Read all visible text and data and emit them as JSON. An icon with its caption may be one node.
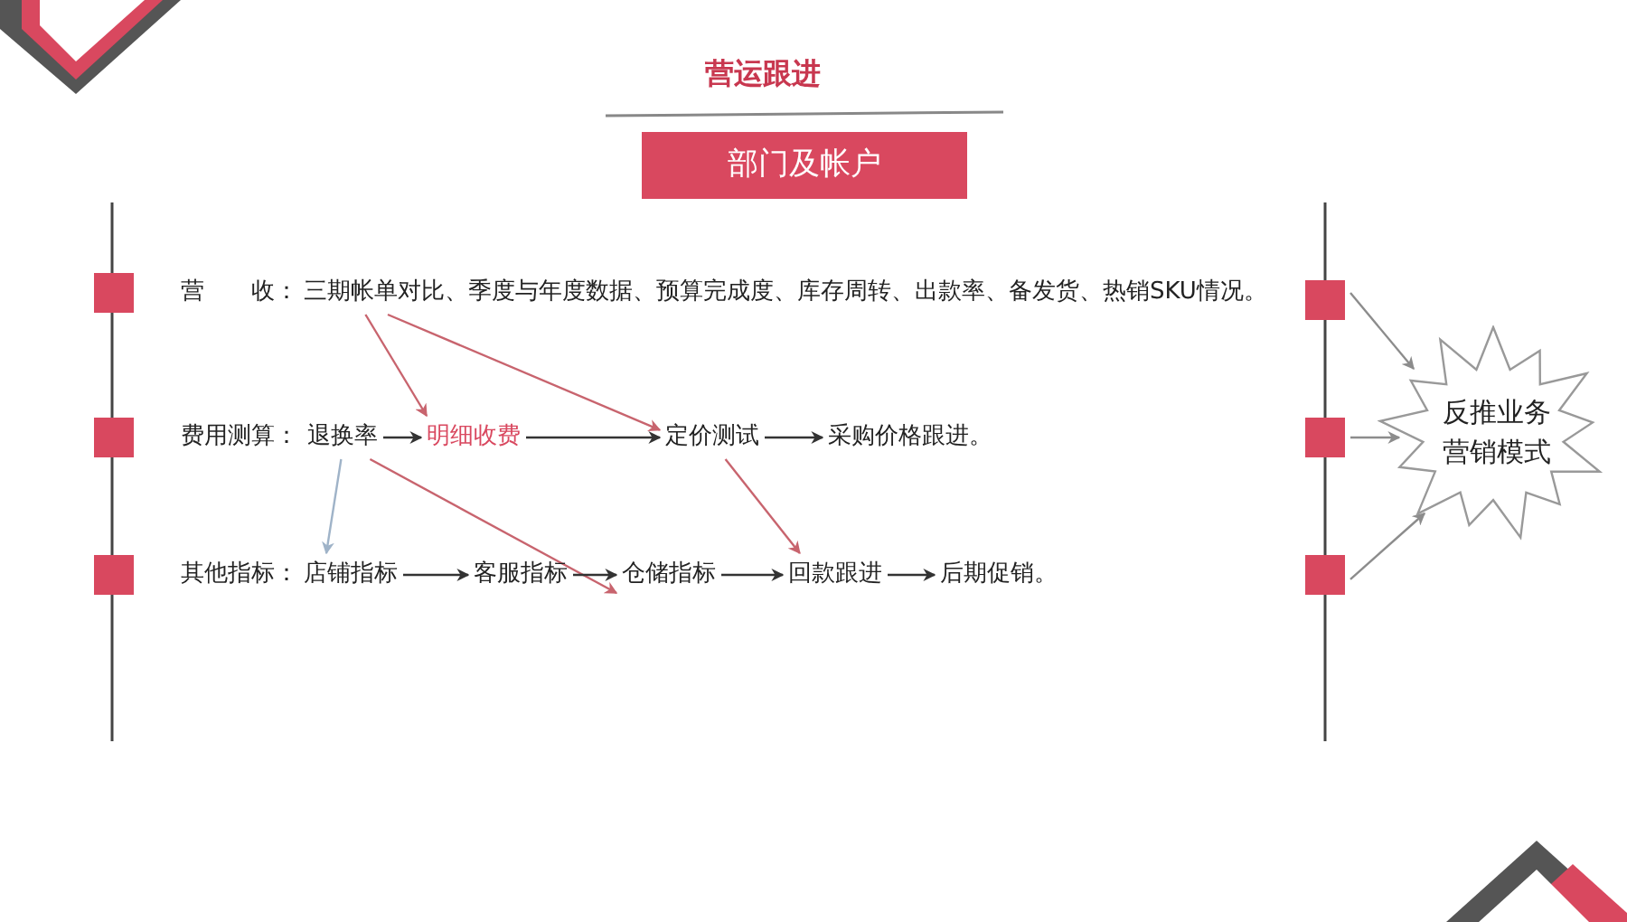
{
  "diagram": {
    "title": "营运跟进",
    "nodes": [
      {
        "text": [
          "部门及帐户"
        ]
      },
      {
        "text": [
          "营 收："
        ]
      },
      {
        "text": [
          "三期帐单对比、季度与年度数据、预算完成度、库存周转、出款率、备发货、热销SKU情况。"
        ]
      },
      {
        "text": [
          "费用测算："
        ]
      },
      {
        "text": [
          "退换率"
        ]
      },
      {
        "text": [
          "明细收费"
        ]
      },
      {
        "text": [
          "定价测试"
        ]
      },
      {
        "text": [
          "采购价格跟进。"
        ]
      },
      {
        "text": [
          "其他指标："
        ]
      },
      {
        "text": [
          "店铺指标"
        ]
      },
      {
        "text": [
          "客服指标"
        ]
      },
      {
        "text": [
          "仓储指标"
        ]
      },
      {
        "text": [
          "回款跟进"
        ]
      },
      {
        "text": [
          "后期促销。"
        ]
      },
      {
        "text": [],
        "shape": "box"
      },
      {
        "text": [],
        "shape": "box"
      },
      {
        "text": [],
        "shape": "box"
      },
      {
        "text": [
          "反推业务营销模式"
        ]
      },
      {
        "text": [],
        "shape": "box"
      },
      {
        "text": [],
        "shape": "box"
      },
      {
        "text": [],
        "shape": "box"
      }
    ],
    "edges": [
      {
        "from": 2,
        "to": 5,
        "arrow": "to",
        "color": "#c8646e"
      },
      {
        "from": 2,
        "to": 6,
        "arrow": "to",
        "color": "#c8646e"
      },
      {
        "from": 4,
        "to": 5,
        "arrow": "to"
      },
      {
        "from": 5,
        "to": 6,
        "arrow": "to"
      },
      {
        "from": 6,
        "to": 7,
        "arrow": "to"
      },
      {
        "from": 4,
        "to": 9,
        "arrow": "to",
        "color": "#9fb3c8"
      },
      {
        "from": 4,
        "to": 11,
        "arrow": "to",
        "color": "#c8646e"
      },
      {
        "from": 6,
        "to": 12,
        "arrow": "to",
        "color": "#c8646e"
      },
      {
        "from": 9,
        "to": 10,
        "arrow": "to"
      },
      {
        "from": 10,
        "to": 11,
        "arrow": "to"
      },
      {
        "from": 11,
        "to": 12,
        "arrow": "to"
      },
      {
        "from": 12,
        "to": 13,
        "arrow": "to"
      },
      {
        "from": 14,
        "to": 17,
        "arrow": "to",
        "color": "#8c8c8c"
      },
      {
        "from": 15,
        "to": 17,
        "arrow": "to",
        "color": "#8c8c8c"
      },
      {
        "from": 16,
        "to": 17,
        "arrow": "to",
        "color": "#8c8c8c"
      }
    ]
  }
}
